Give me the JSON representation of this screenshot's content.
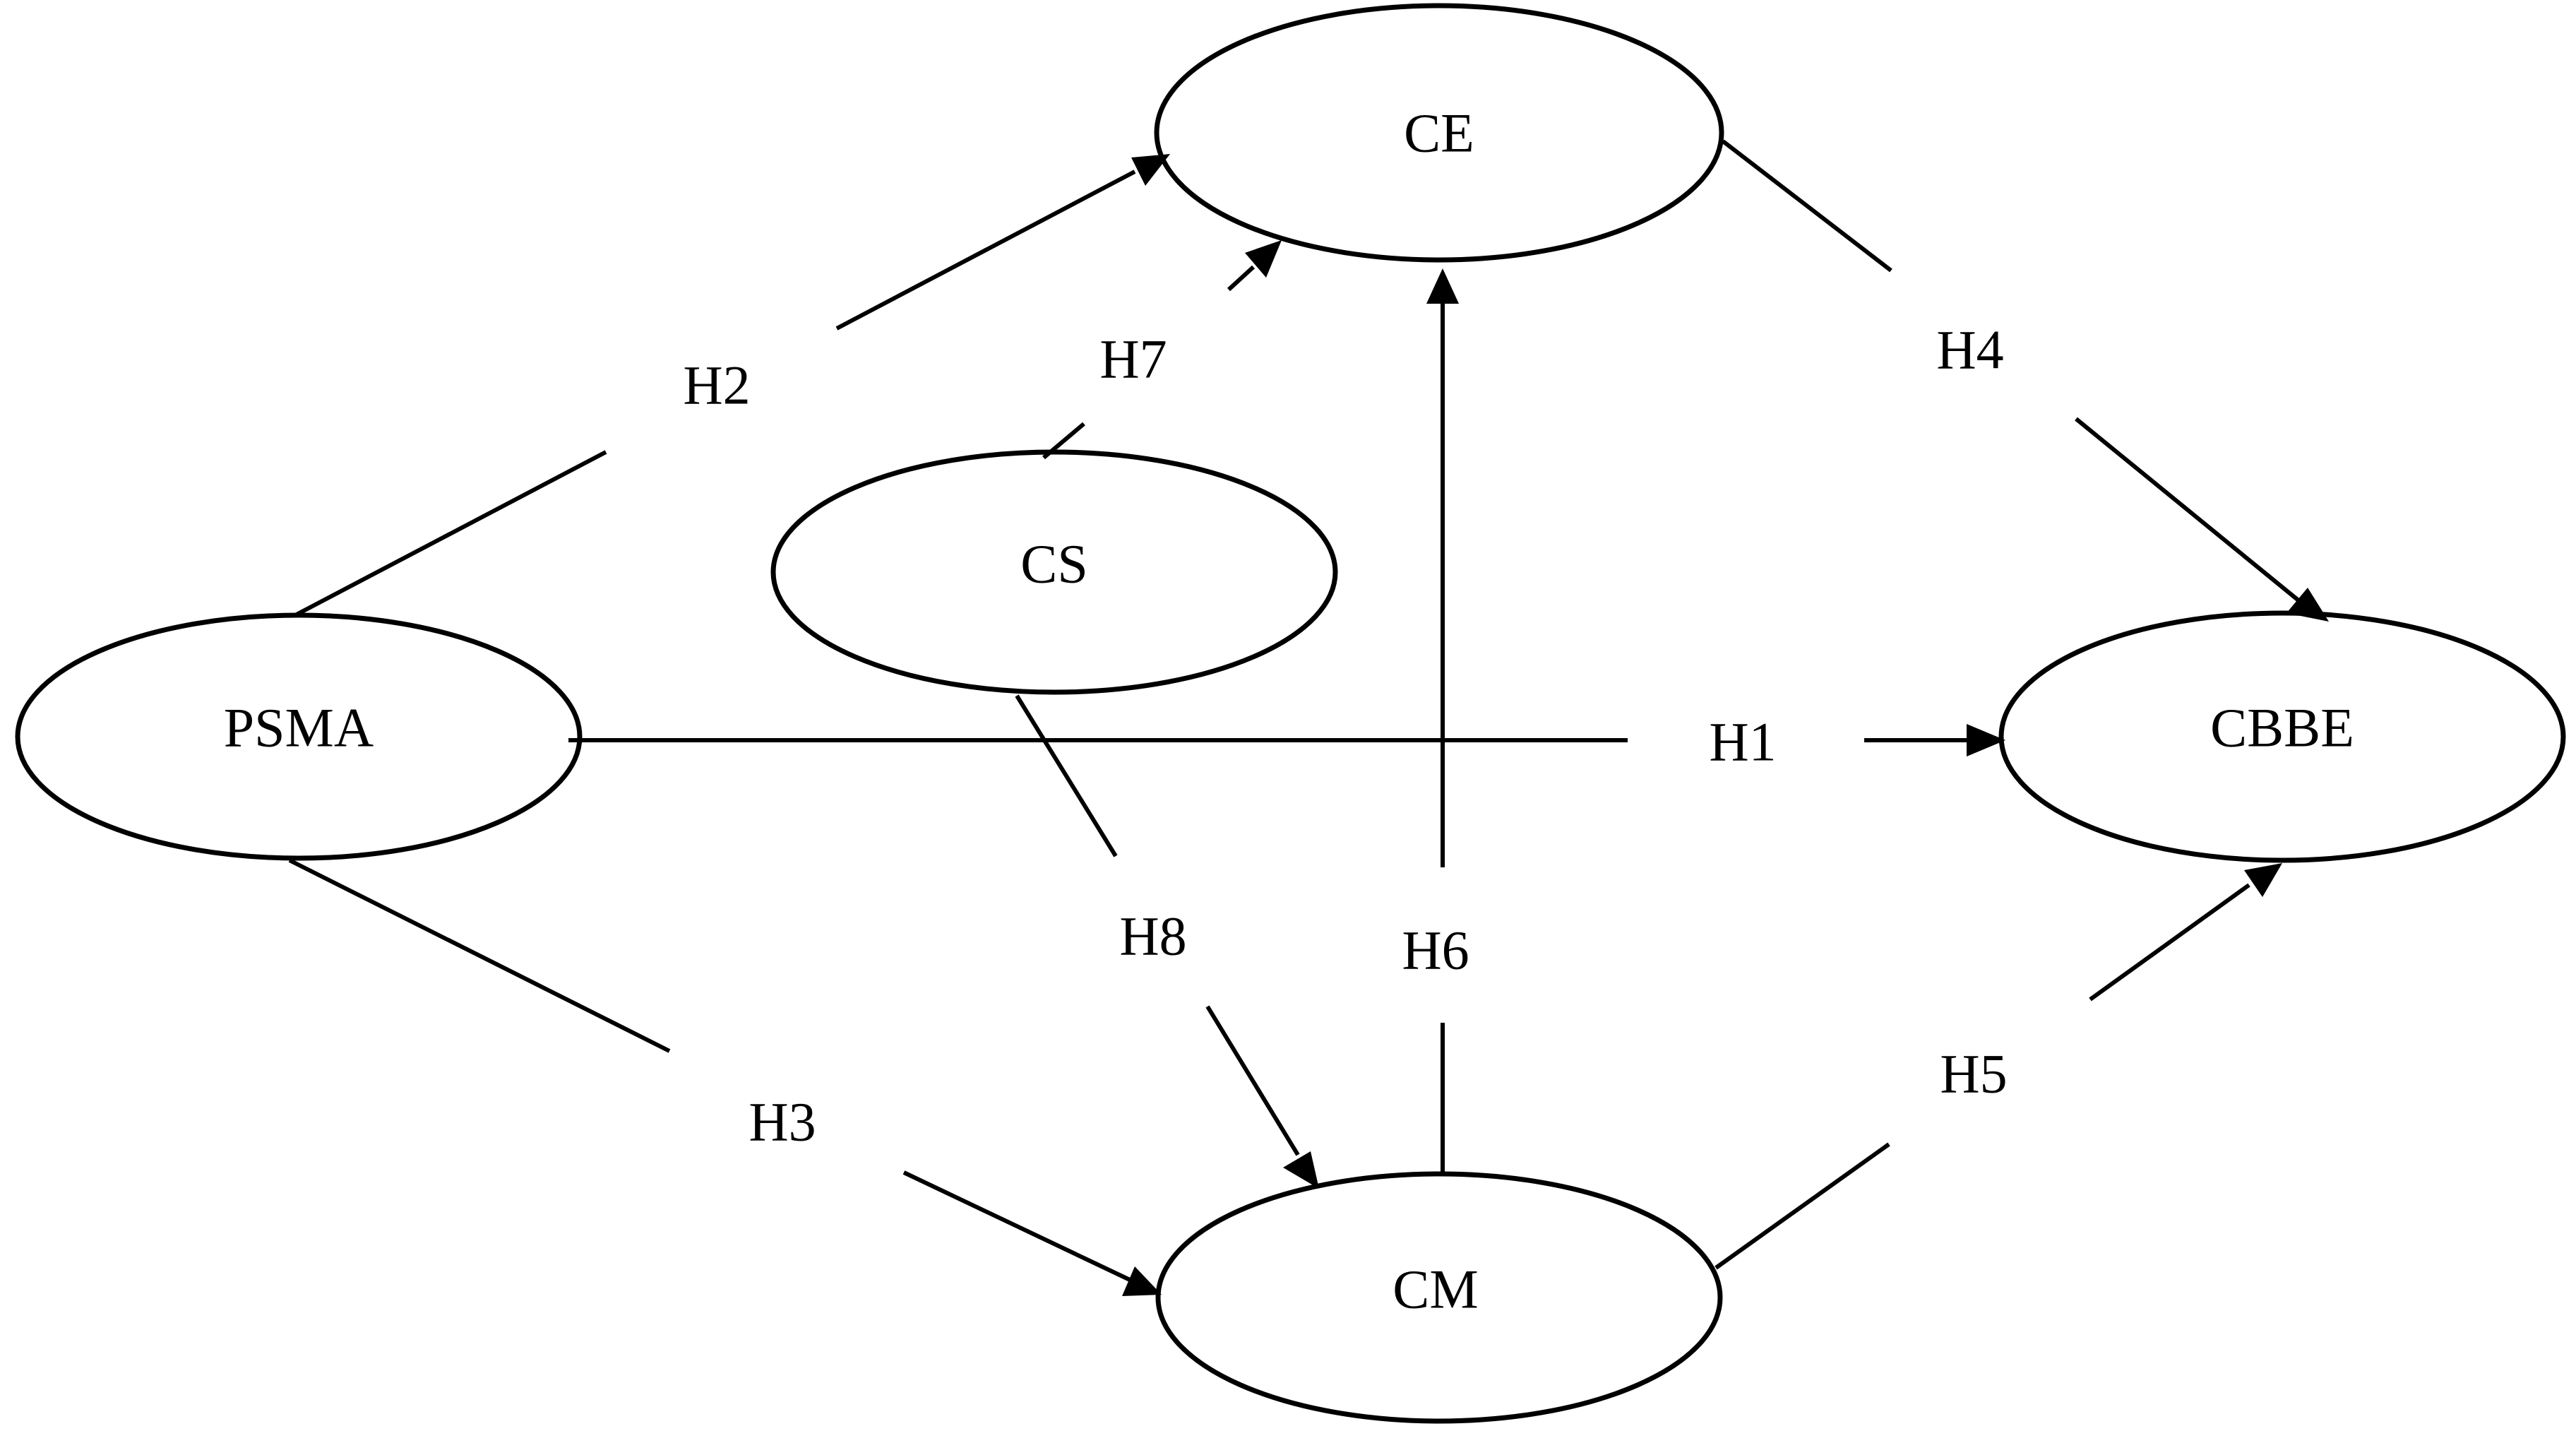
{
  "nodes": {
    "ce": "CE",
    "cs": "CS",
    "psma": "PSMA",
    "cbbe": "CBBE",
    "cm": "CM"
  },
  "edges": {
    "h1": "H1",
    "h2": "H2",
    "h3": "H3",
    "h4": "H4",
    "h5": "H5",
    "h6": "H6",
    "h7": "H7",
    "h8": "H8"
  },
  "colors": {
    "stroke": "#000000",
    "background": "#ffffff"
  }
}
